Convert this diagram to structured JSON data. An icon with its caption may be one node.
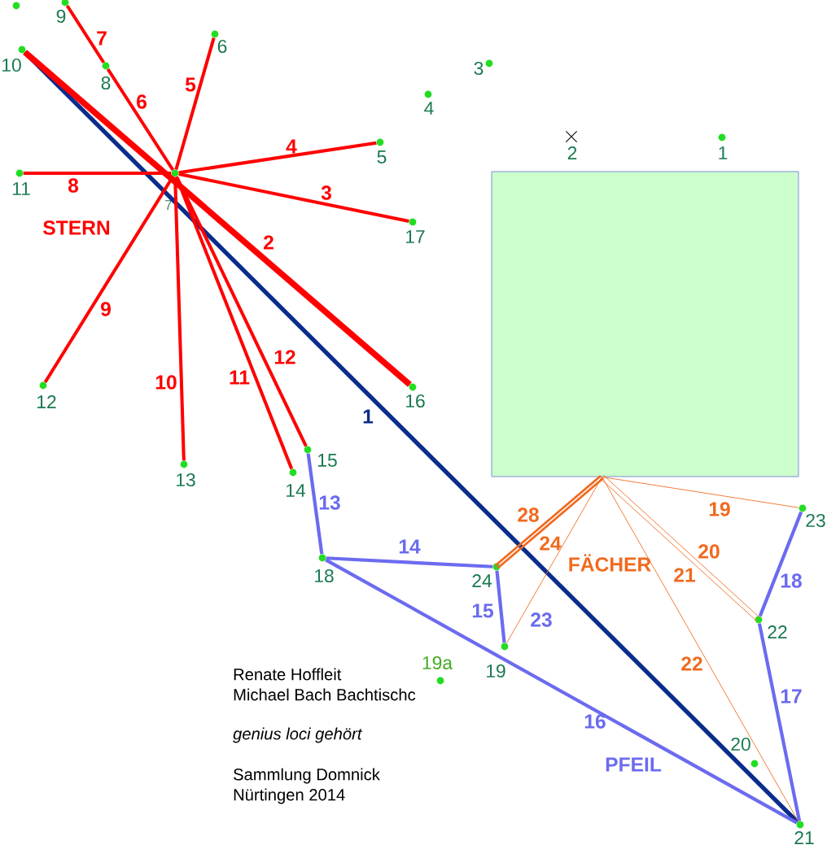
{
  "diagram": {
    "nodes": [
      {
        "text": [
          "1"
        ]
      },
      {
        "text": [
          "2"
        ]
      },
      {
        "text": [
          "3"
        ]
      },
      {
        "text": [
          "4"
        ]
      },
      {
        "text": [
          "5"
        ]
      },
      {
        "text": [
          "6"
        ]
      },
      {
        "text": [
          "7"
        ]
      },
      {
        "text": [
          "8"
        ]
      },
      {
        "text": [
          "9"
        ]
      },
      {
        "text": [
          "10"
        ]
      },
      {
        "text": [
          "11"
        ]
      },
      {
        "text": [
          "12"
        ]
      },
      {
        "text": [
          "13"
        ]
      },
      {
        "text": [
          "14"
        ]
      },
      {
        "text": [
          "15"
        ]
      },
      {
        "text": [
          "16"
        ]
      },
      {
        "text": [
          "17"
        ]
      },
      {
        "text": [
          "18"
        ]
      },
      {
        "text": [
          "19"
        ]
      },
      {
        "text": [
          "20"
        ]
      },
      {
        "text": [
          "21"
        ]
      },
      {
        "text": [
          "22"
        ]
      },
      {
        "text": [
          "23"
        ]
      },
      {
        "text": [
          "24"
        ]
      },
      {
        "text": [
          "19a"
        ]
      },
      {
        "text": [],
        "shape": "circle"
      },
      {
        "text": [],
        "shape": "box"
      }
    ],
    "edges": [
      {
        "from": 9,
        "to": 20,
        "arrow": "none",
        "label": "1",
        "color": "#0a2d8c"
      },
      {
        "from": 9,
        "to": 15,
        "arrow": "none",
        "label": "2",
        "style": "thick"
      },
      {
        "from": 6,
        "to": 16,
        "arrow": "none",
        "label": "3"
      },
      {
        "from": 6,
        "to": 4,
        "arrow": "none",
        "label": "4"
      },
      {
        "from": 6,
        "to": 5,
        "arrow": "none",
        "label": "5"
      },
      {
        "from": 7,
        "to": 6,
        "arrow": "none",
        "label": "6"
      },
      {
        "from": 8,
        "to": 7,
        "arrow": "none",
        "label": "7"
      },
      {
        "from": 10,
        "to": 6,
        "arrow": "none",
        "label": "8"
      },
      {
        "from": 6,
        "to": 11,
        "arrow": "none",
        "label": "9"
      },
      {
        "from": 6,
        "to": 12,
        "arrow": "none",
        "label": "10"
      },
      {
        "from": 6,
        "to": 13,
        "arrow": "none",
        "label": "11"
      },
      {
        "from": 6,
        "to": 14,
        "arrow": "none",
        "label": "12"
      },
      {
        "from": 14,
        "to": 17,
        "arrow": "none",
        "label": "13",
        "color": "#6b6bf0"
      },
      {
        "from": 17,
        "to": 23,
        "arrow": "none",
        "label": "14",
        "color": "#6b6bf0"
      },
      {
        "from": 23,
        "to": 18,
        "arrow": "none",
        "label": "15",
        "color": "#6b6bf0"
      },
      {
        "from": 17,
        "to": 20,
        "arrow": "none",
        "label": "16",
        "color": "#6b6bf0"
      },
      {
        "from": 21,
        "to": 20,
        "arrow": "none",
        "label": "17",
        "color": "#6b6bf0"
      },
      {
        "from": 22,
        "to": 21,
        "arrow": "none",
        "label": "18",
        "color": "#6b6bf0"
      },
      {
        "from": 26,
        "to": 22,
        "arrow": "none",
        "label": "19",
        "color": "#f06a1e"
      },
      {
        "from": 26,
        "to": 21,
        "arrow": "none",
        "label": "20",
        "color": "#f06a1e"
      },
      {
        "from": 26,
        "to": 21,
        "arrow": "none",
        "label": "21",
        "color": "#f06a1e"
      },
      {
        "from": 26,
        "to": 20,
        "arrow": "none",
        "label": "22",
        "color": "#f06a1e"
      },
      {
        "from": 26,
        "to": 18,
        "arrow": "none",
        "label": "23",
        "color": "#f06a1e"
      },
      {
        "from": 26,
        "to": 23,
        "arrow": "none",
        "label": "28",
        "color": "#f06a1e"
      },
      {
        "from": 26,
        "to": 23,
        "arrow": "none",
        "label": "24",
        "color": "#f06a1e"
      }
    ],
    "labels": [
      "STERN",
      "FÄCHER",
      "Renate Hoffleit",
      "Michael Bach Bachtischc",
      "genius loci gehört",
      "PFEIL",
      "Sammlung Domnick",
      "Nürtingen 2014"
    ]
  }
}
